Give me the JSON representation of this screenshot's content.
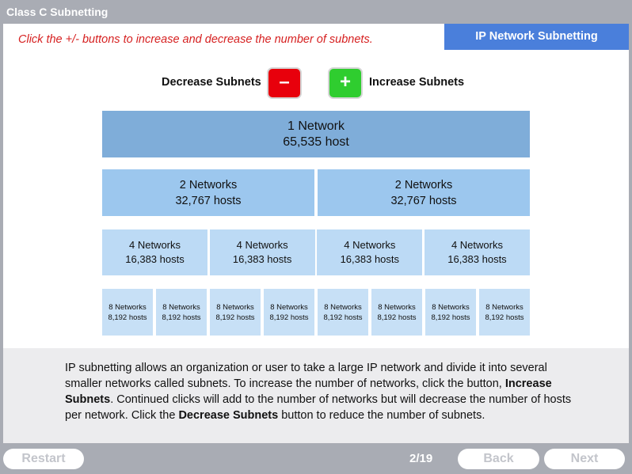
{
  "window": {
    "title": "Class C Subnetting"
  },
  "header": {
    "instruction": "Click the +/- buttons to increase and decrease the number of subnets.",
    "topic": "IP Network Subnetting"
  },
  "controls": {
    "decrease_label": "Decrease Subnets",
    "decrease_symbol": "–",
    "increase_symbol": "+",
    "increase_label": "Increase Subnets"
  },
  "rows": [
    {
      "networks": "1 Network",
      "hosts": "65,535 host",
      "count": 1
    },
    {
      "networks": "2 Networks",
      "hosts": "32,767 hosts",
      "count": 2
    },
    {
      "networks": "4 Networks",
      "hosts": "16,383 hosts",
      "count": 4
    },
    {
      "networks": "8 Networks",
      "hosts": "8,192 hosts",
      "count": 8
    }
  ],
  "description": {
    "part1": "IP subnetting allows an organization or user to take a large IP network and divide it into several smaller networks called subnets. To increase the number of networks, click the button, ",
    "bold1": "Increase Subnets",
    "part2": ". Continued clicks will add to the number of networks but will decrease the number of hosts per network. Click the ",
    "bold2": "Decrease Subnets",
    "part3": " button to reduce the number of subnets."
  },
  "footer": {
    "restart_label": "Restart",
    "page_indicator": "2/19",
    "back_label": "Back",
    "next_label": "Next"
  },
  "colors": {
    "header_badge": "#4a7fdb",
    "instruction_text": "#d62020",
    "minus_button": "#e8000c",
    "plus_button": "#2fcd2f",
    "row1": "#7fadd9",
    "row2": "#9cc7ee",
    "row3": "#bcdaf5",
    "row4": "#c7e0f6",
    "chrome": "#a9acb4"
  }
}
